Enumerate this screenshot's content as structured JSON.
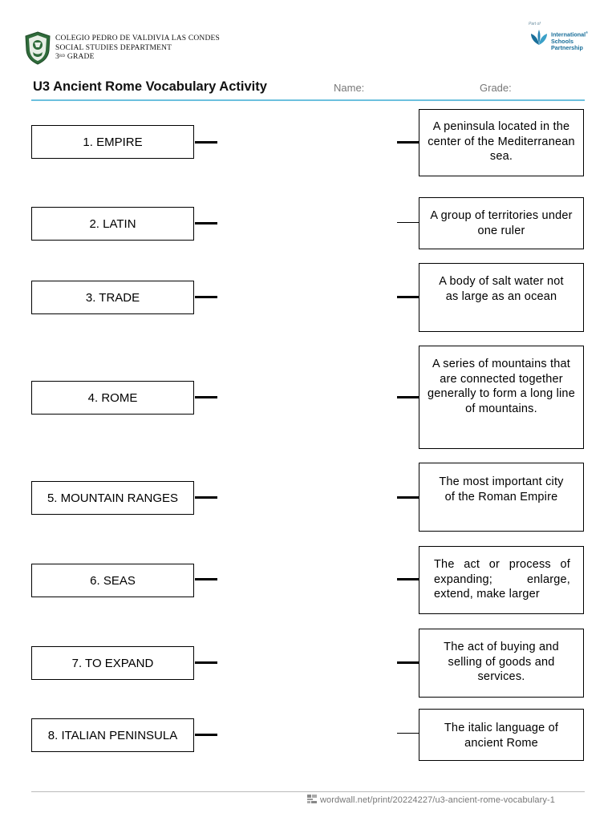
{
  "header": {
    "school_line1": "COLEGIO PEDRO DE VALDIVIA LAS CONDES",
    "school_line2": "SOCIAL STUDIES DEPARTMENT",
    "grade_number": "3",
    "grade_suffix": "RD",
    "grade_word": "GRADE",
    "partner_prefix": "Part of",
    "partner_name_1": "International",
    "partner_name_2": "Schools",
    "partner_name_3": "Partnership",
    "partner_mark": "®"
  },
  "worksheet": {
    "title": "U3 Ancient Rome Vocabulary Activity",
    "name_label": "Name:",
    "grade_label": "Grade:"
  },
  "terms": [
    {
      "label": "1.  EMPIRE"
    },
    {
      "label": "2. LATIN"
    },
    {
      "label": "3. TRADE"
    },
    {
      "label": "4. ROME"
    },
    {
      "label": "5. MOUNTAIN RANGES"
    },
    {
      "label": "6. SEAS"
    },
    {
      "label": "7. TO EXPAND"
    },
    {
      "label": "8. ITALIAN PENINSULA"
    }
  ],
  "definitions": [
    {
      "text": "A peninsula located in the center of the Mediterranean sea."
    },
    {
      "text": "A group of territories under one ruler"
    },
    {
      "text": "A body of salt water not as large as an ocean"
    },
    {
      "text": "A series of mountains that are connected together generally to form a long line of mountains."
    },
    {
      "text": "The most important city of the Roman Empire"
    },
    {
      "text": "The act or process of expanding; enlarge, extend, make larger"
    },
    {
      "text": "The act of buying and selling of goods and services."
    },
    {
      "text": "The italic language of ancient Rome"
    }
  ],
  "footer": {
    "url": "wordwall.net/print/20224227/u3-ancient-rome-vocabulary-1",
    "icon": "wordwall-logo-icon"
  },
  "colors": {
    "title_rule": "#6cc0de",
    "partner_brand": "#1a6f9a",
    "crest_green": "#2f6b3a"
  }
}
